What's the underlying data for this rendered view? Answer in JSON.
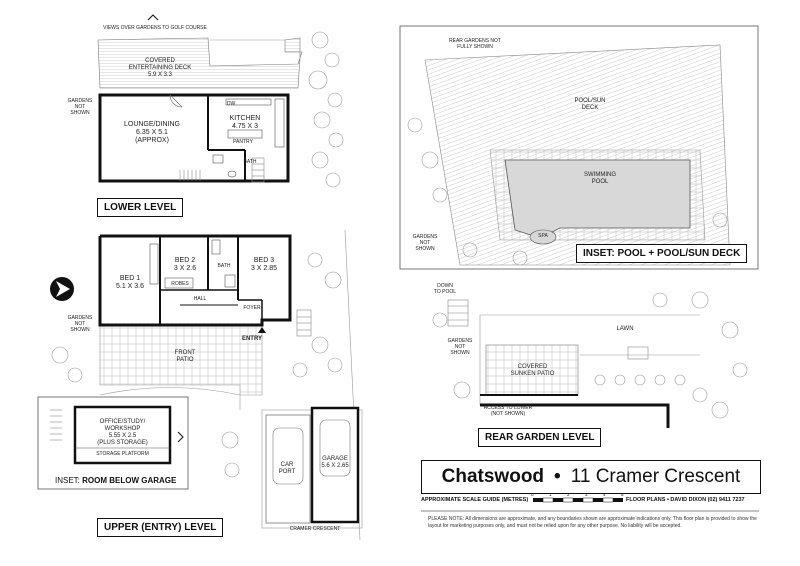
{
  "levels": {
    "lower": "LOWER LEVEL",
    "upper": "UPPER (ENTRY) LEVEL",
    "rear": "REAR GARDEN LEVEL",
    "inset_pool": "INSET: POOL + POOL/SUN DECK",
    "inset_garage_prefix": "INSET:",
    "inset_garage": "ROOM BELOW GARAGE"
  },
  "rooms": {
    "views": "VIEWS OVER GARDENS TO GOLF COURSE",
    "covered_deck": "COVERED",
    "covered_deck_2": "ENTERTAINING DECK",
    "covered_deck_dim": "5.9 x 3.3",
    "gardens_not_shown": "GARDENS",
    "gardens_not_shown_2": "NOT",
    "gardens_not_shown_3": "SHOWN",
    "lounge": "LOUNGE/DINING",
    "lounge_dim": "6.35 x 5.1",
    "lounge_approx": "(APPROX)",
    "kitchen": "KITCHEN",
    "kitchen_dim": "4.75 x 3",
    "bath": "BATH",
    "dw": "DW",
    "pantry": "PANTRY",
    "bed1": "BED 1",
    "bed1_dim": "5.1 x 3.6",
    "robes": "ROBES",
    "bed2": "BED 2",
    "bed2_dim": "3 x 2.6",
    "bed3": "BED 3",
    "bed3_dim": "3 x 2.85",
    "hall": "HALL",
    "foyer": "FOYER",
    "entry": "ENTRY",
    "front_patio": "FRONT",
    "front_patio_2": "PATIO",
    "office": "OFFICE/STUDY/",
    "office_2": "WORKSHOP",
    "office_dim": "5.55 x 2.5",
    "office_note": "(PLUS STORAGE)",
    "storage": "STORAGE PLATFORM",
    "carport": "CAR",
    "carport_2": "PORT",
    "garage": "GARAGE",
    "garage_dim": "5.6 x 2.65",
    "street": "CRAMER CRESCENT",
    "rear_gardens": "REAR GARDENS NOT",
    "rear_gardens_2": "FULLY SHOWN",
    "pool_deck": "POOL/SUN",
    "pool_deck_2": "DECK",
    "pool": "SWIMMING",
    "pool_2": "POOL",
    "spa": "SPA",
    "down_to_pool": "DOWN",
    "down_to_pool_2": "TO POOL",
    "lawn": "LAWN",
    "sunken_patio": "COVERED",
    "sunken_patio_2": "SUNKEN PATIO",
    "access": "ACCESS TO LOWER",
    "access_2": "(NOT SHOWN)"
  },
  "title": {
    "suburb": "Chatswood",
    "separator": "•",
    "address": "11 Cramer Crescent"
  },
  "scale": {
    "label": "APPROXIMATE SCALE GUIDE (METRES)",
    "ticks": [
      "0",
      "1",
      "2",
      "3",
      "4",
      "5"
    ],
    "credit": "FLOOR PLANS • DAVID DIXON (02) 9411 7237"
  },
  "note": "PLEASE NOTE: All dimensions are approximate, and any boundaries shown are approximate indications only. This floor plan is provided to show the layout for marketing purposes only, and must not be relied upon for any other purpose. No liability will be accepted.",
  "colors": {
    "wall": "#111111",
    "pool": "#d8d8d8",
    "deck": "#aaaaaa"
  }
}
